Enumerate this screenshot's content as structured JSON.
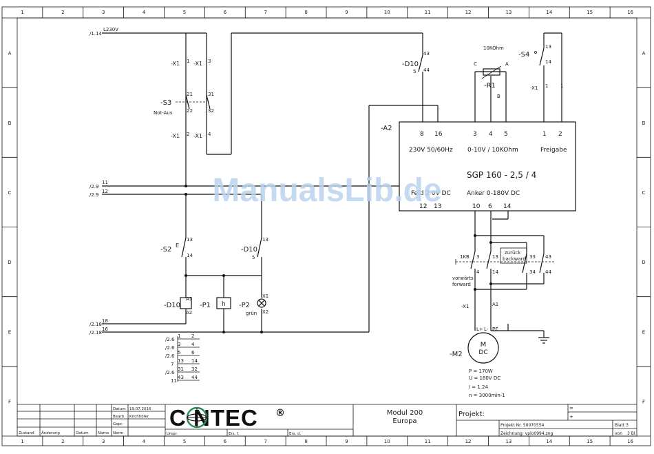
{
  "frame": {
    "columns": [
      "1",
      "2",
      "3",
      "4",
      "5",
      "6",
      "7",
      "8",
      "9",
      "10",
      "11",
      "12",
      "13",
      "14",
      "15",
      "16"
    ],
    "rows": [
      "A",
      "B",
      "C",
      "D",
      "E",
      "F"
    ]
  },
  "supply": {
    "l_ref": "/1.14",
    "l_label": "L230V",
    "sheet_refs": [
      "/2.9",
      "/2.9",
      "/2.18",
      "/2.18"
    ],
    "sheet_terms": [
      "11",
      "12",
      "18",
      "16"
    ]
  },
  "estop": {
    "tag": "-S3",
    "name": "Not-Aus",
    "x1": "-X1",
    "terms": [
      "1",
      "3",
      "21",
      "22",
      "31",
      "32",
      "2",
      "4"
    ]
  },
  "s2": {
    "tag": "-S2",
    "t13": "13",
    "t14": "14",
    "act": "E"
  },
  "d10a": {
    "tag": "-D10",
    "t13": "13",
    "t5": "5"
  },
  "d10b": {
    "tag": "-D10",
    "t43": "43",
    "t5": "5",
    "t44": "44"
  },
  "coil": {
    "tag": "-D10",
    "a1": "A1",
    "a2": "A2"
  },
  "p1": {
    "tag": "-P1",
    "sym": "h"
  },
  "p2": {
    "tag": "-P2",
    "x1": "X1",
    "x2": "X2",
    "color": "grün"
  },
  "contacts": {
    "refs": [
      "/2.6",
      "/2.6",
      "/2.6",
      "/2.6"
    ],
    "rows": [
      {
        "a": "1",
        "b": "2"
      },
      {
        "a": "3",
        "b": "4"
      },
      {
        "a": "5",
        "b": "6"
      },
      {
        "a": "13",
        "b": "14"
      },
      {
        "a": "31",
        "b": "32"
      },
      {
        "a": "43",
        "b": "44"
      }
    ],
    "side": [
      "7",
      "11"
    ]
  },
  "pot": {
    "value": "10KOhm",
    "tag": "-R1",
    "c": "C",
    "a": "A",
    "b": "B"
  },
  "s4": {
    "tag": "-S4",
    "t13": "13",
    "t14": "14",
    "x1": "-X1",
    "n1": "1",
    "n2": "1"
  },
  "controller": {
    "tag": "-A2",
    "top_terms": [
      "8",
      "16",
      "3",
      "4",
      "5",
      "1",
      "2"
    ],
    "supply_label": "230V 50/60Hz",
    "ref_label": "0-10V / 10KOhm",
    "enable_label": "Freigabe",
    "model": "SGP 160 - 2,5 / 4",
    "field_label": "Feld 2 0V DC",
    "anchor_label": "Anker 0-180V DC",
    "bottom_terms": [
      "12",
      "13",
      "10",
      "6",
      "14"
    ]
  },
  "reverser": {
    "kbi": "1KB",
    "fwd_label_1": "vorwärts",
    "fwd_label_2": "forward",
    "bwd_label_1": "zurück",
    "bwd_label_2": "backward",
    "terms": [
      "3",
      "4",
      "13",
      "14",
      "33",
      "34",
      "43",
      "44"
    ]
  },
  "motor": {
    "tag": "-M2",
    "sym1": "M",
    "sym2": "DC",
    "x1": "-X1",
    "t1": "A1",
    "labels": [
      "L+",
      "L-",
      "PE"
    ],
    "specs": [
      "P = 170W",
      "U = 180V DC",
      "I = 1.24",
      "n = 3000min-1"
    ]
  },
  "watermark": "ManualsLib.de",
  "titleblock": {
    "date_label": "Datum",
    "date_value": "19.07.2016",
    "drawn_label": "Bearb.",
    "drawn_value": "Kirchhöfer",
    "checked_label": "Gepr.",
    "norm_label": "Norm",
    "rev_headers": [
      "Zustand",
      "Änderung",
      "Datum",
      "Name"
    ],
    "origin_label": "Urspr.",
    "replaces_label": "Ers. f.",
    "replaced_label": "Ers. d.",
    "logo": "C NTEC",
    "reg": "®",
    "module_1": "Modul 200",
    "module_2": "Europa",
    "project_label": "Projekt:",
    "project_no": "Projekt Nr. 50070554",
    "drawing_no": "Zeichnung: vplo0994.zng",
    "eq": "=",
    "plus": "+",
    "sheet_label": "Blatt 3",
    "of_label": "von",
    "of_value": "3 Bl."
  }
}
